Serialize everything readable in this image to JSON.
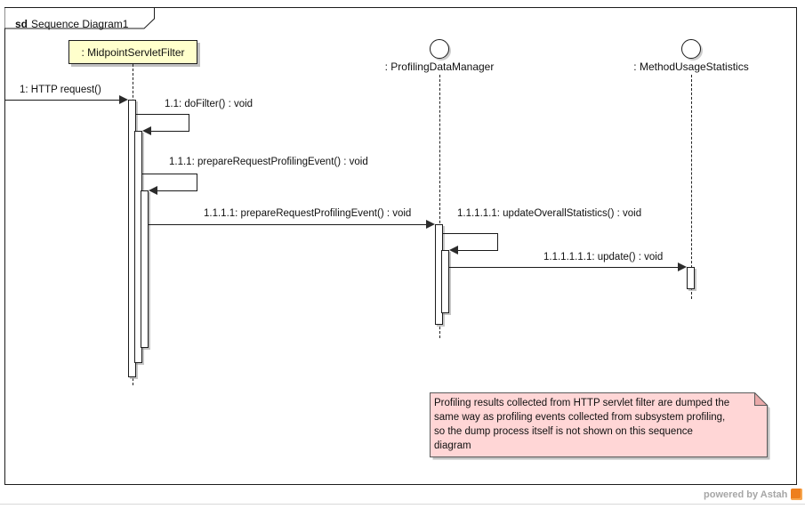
{
  "frame": {
    "keyword": "sd",
    "title": "Sequence Diagram1"
  },
  "lifelines": [
    {
      "label": ": MidpointServletFilter",
      "head": "yellow-box"
    },
    {
      "label": ": ProfilingDataManager",
      "head": "circle"
    },
    {
      "label": ": MethodUsageStatistics",
      "head": "circle"
    }
  ],
  "messages": [
    {
      "label": "1: HTTP request()"
    },
    {
      "label": "1.1: doFilter() : void"
    },
    {
      "label": "1.1.1: prepareRequestProfilingEvent() : void"
    },
    {
      "label": "1.1.1.1: prepareRequestProfilingEvent() : void"
    },
    {
      "label": "1.1.1.1.1: updateOverallStatistics() : void"
    },
    {
      "label": "1.1.1.1.1.1: update() : void"
    }
  ],
  "note": {
    "lines": [
      "Profiling results collected from HTTP servlet filter are dumped the",
      "same way as profiling events collected from subsystem profiling,",
      "so the dump process itself is not shown on this sequence",
      "diagram"
    ]
  },
  "footer": {
    "label": "powered by Astah"
  },
  "colors": {
    "lifeline_box_fill": "#ffffcc",
    "note_fill": "#ffd6d6",
    "note_fold": "#e9a9a9",
    "shadow": "#c0c0c0",
    "logo_orange": "#ee7f1d",
    "watermark_text": "#a6a6a6"
  }
}
